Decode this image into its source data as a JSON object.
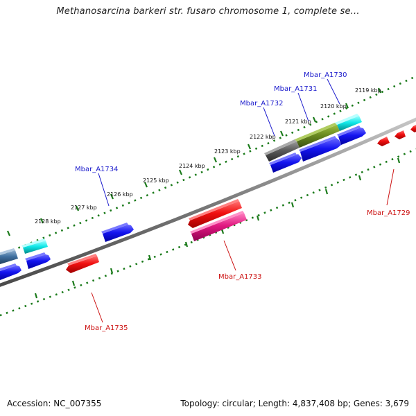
{
  "title": "Methanosarcina barkeri str. fusaro chromosome 1, complete se...",
  "footer": {
    "accession": "Accession: NC_007355",
    "info": "Topology: circular; Length: 4,837,408 bp; Genes: 3,679"
  },
  "scale_ticks": [
    {
      "label": "2119 kbp"
    },
    {
      "label": "2120 kbp"
    },
    {
      "label": "2121 kbp"
    },
    {
      "label": "2122 kbp"
    },
    {
      "label": "2123 kbp"
    },
    {
      "label": "2124 kbp"
    },
    {
      "label": "2125 kbp"
    },
    {
      "label": "2126 kbp"
    },
    {
      "label": "2127 kbp"
    },
    {
      "label": "2128 kbp"
    }
  ],
  "gene_labels": [
    {
      "name": "Mbar_A1730",
      "strand": "forward",
      "color": "#1a1acc"
    },
    {
      "name": "Mbar_A1731",
      "strand": "forward",
      "color": "#1a1acc"
    },
    {
      "name": "Mbar_A1732",
      "strand": "forward",
      "color": "#1a1acc"
    },
    {
      "name": "Mbar_A1734",
      "strand": "forward",
      "color": "#1a1acc"
    },
    {
      "name": "Mbar_A1729",
      "strand": "reverse",
      "color": "#cc1111"
    },
    {
      "name": "Mbar_A1733",
      "strand": "reverse",
      "color": "#cc1111"
    },
    {
      "name": "Mbar_A1735",
      "strand": "reverse",
      "color": "#cc1111"
    }
  ],
  "colors": {
    "forward_cds": "#1010e0",
    "reverse_cds": "#e81010",
    "cyan_feature": "#10e0e0",
    "olive_feature": "#6a8a20",
    "gray_feature": "#606060",
    "pink_feature": "#e01880",
    "steel_feature": "#4070a0",
    "backbone": "#8a8a8a",
    "tick_green": "#1a7a1a"
  }
}
